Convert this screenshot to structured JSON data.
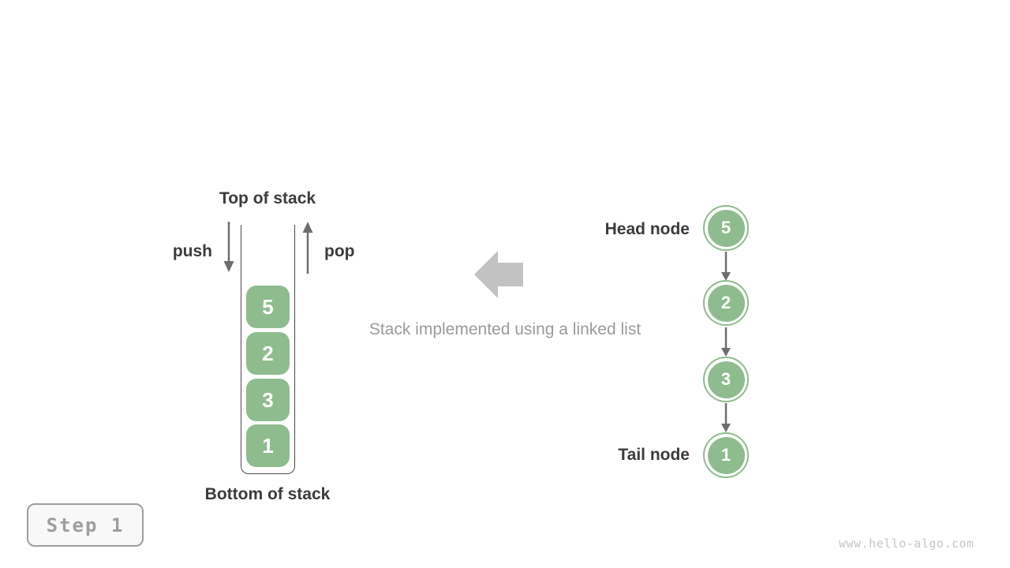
{
  "colors": {
    "node_green": "#8fbc8f",
    "dark_text": "#3b3b3b",
    "arrow_gray": "#6e6e6e",
    "block_arrow_gray": "#c2c2c2",
    "caption_gray": "#9a9a9a",
    "step_gray": "#9e9e9e",
    "watermark_gray": "#c6c6c6",
    "container_border": "#4a4a4a",
    "background": "#ffffff"
  },
  "stack": {
    "top_label": "Top of stack",
    "bottom_label": "Bottom of stack",
    "push_label": "push",
    "pop_label": "pop",
    "items": [
      "5",
      "2",
      "3",
      "1"
    ]
  },
  "caption": {
    "text": "Stack implemented using a linked list"
  },
  "linked_list": {
    "head_label": "Head node",
    "tail_label": "Tail node",
    "nodes": [
      "5",
      "2",
      "3",
      "1"
    ]
  },
  "step_badge": {
    "label": "Step 1"
  },
  "watermark": {
    "text": "www.hello-algo.com"
  }
}
